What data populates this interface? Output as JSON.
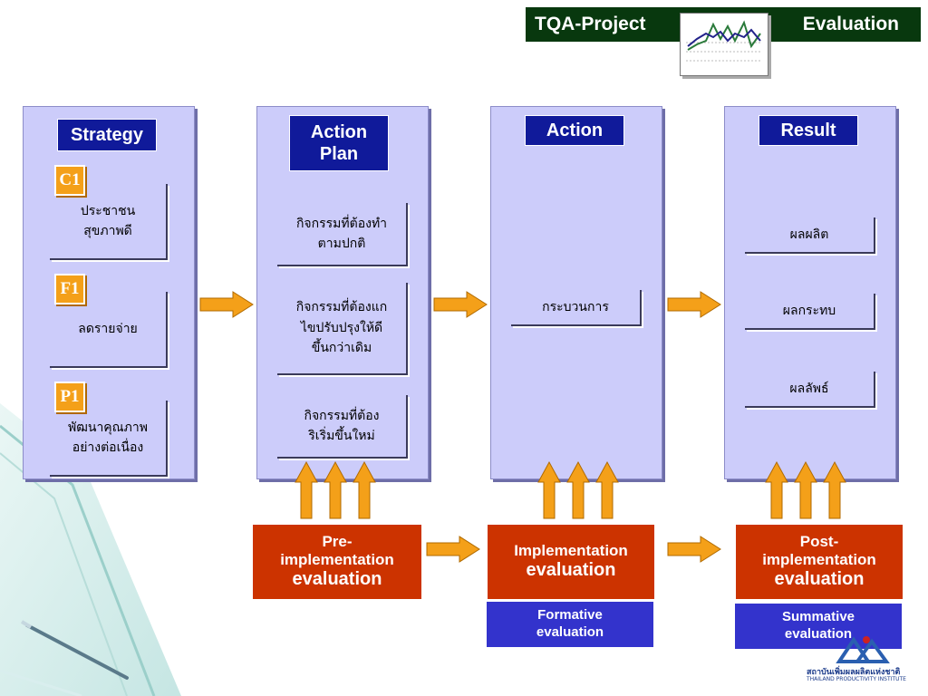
{
  "header": {
    "left": "TQA-Project",
    "right": "Evaluation"
  },
  "strategy": {
    "title": "Strategy",
    "items": [
      {
        "tag": "C1",
        "text": "ประชาชน\nสุขภาพดี"
      },
      {
        "tag": "F1",
        "text": "ลดรายจ่าย"
      },
      {
        "tag": "P1",
        "text": "พัฒนาคุณภาพ\nอย่างต่อเนื่อง"
      }
    ]
  },
  "action_plan": {
    "title": "Action\nPlan",
    "items": [
      "กิจกรรมที่ต้องทำ\nตามปกติ",
      "กิจกรรมที่ต้องแก\nไขปรับปรุงให้ดี\nขึ้นกว่าเดิม",
      "กิจกรรมที่ต้อง\nริเริ่มขึ้นใหม่"
    ]
  },
  "action": {
    "title": "Action",
    "items": [
      "กระบวนการ"
    ]
  },
  "result": {
    "title": "Result",
    "items": [
      "ผลผลิต",
      "ผลกระทบ",
      "ผลลัพธ์"
    ]
  },
  "evaluations": {
    "pre": {
      "line1": "Pre-\nimplementation",
      "line2": "evaluation"
    },
    "impl": {
      "line1": "Implementation",
      "line2": "evaluation",
      "sub": "Formative\nevaluation"
    },
    "post": {
      "line1": "Post-\nimplementation",
      "line2": "evaluation",
      "sub": "Summative\nevaluation"
    }
  },
  "logo": {
    "line1": "สถาบันเพิ่มผลผลิตแห่งชาติ",
    "line2": "THAILAND PRODUCTIVITY INSTITUTE"
  },
  "colors": {
    "arrow": "#f4a019",
    "column": "#ccccfa",
    "title": "#101a9a",
    "eval": "#cc3300",
    "sub": "#3333cc",
    "header": "#08380e"
  }
}
